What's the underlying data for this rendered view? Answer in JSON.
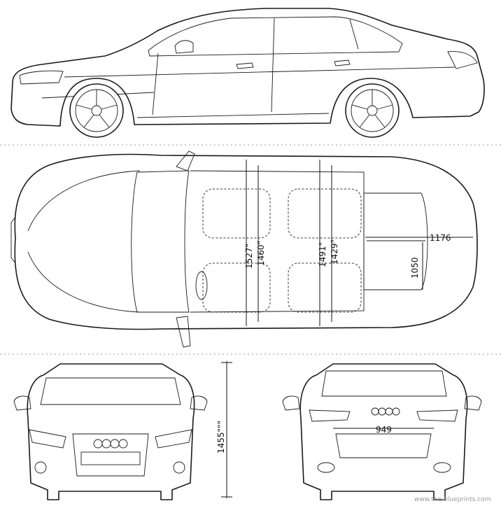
{
  "views": {
    "side": "side view",
    "top": "top view",
    "front": "front view",
    "rear": "rear view"
  },
  "dimensions": {
    "front_seat_width": "1527\"",
    "front_inner_width": "1460\"",
    "rear_seat_width": "1491\"",
    "rear_inner_width": "1429\"",
    "trunk_width": "1176",
    "trunk_depth": "1050",
    "height": "1455\"\"\"",
    "rear_lamp_span": "949"
  },
  "watermark": "www.the-blueprints.com",
  "colors": {
    "line": "#1a1a1a",
    "background": "#ffffff",
    "watermark": "#9a9a9a"
  }
}
